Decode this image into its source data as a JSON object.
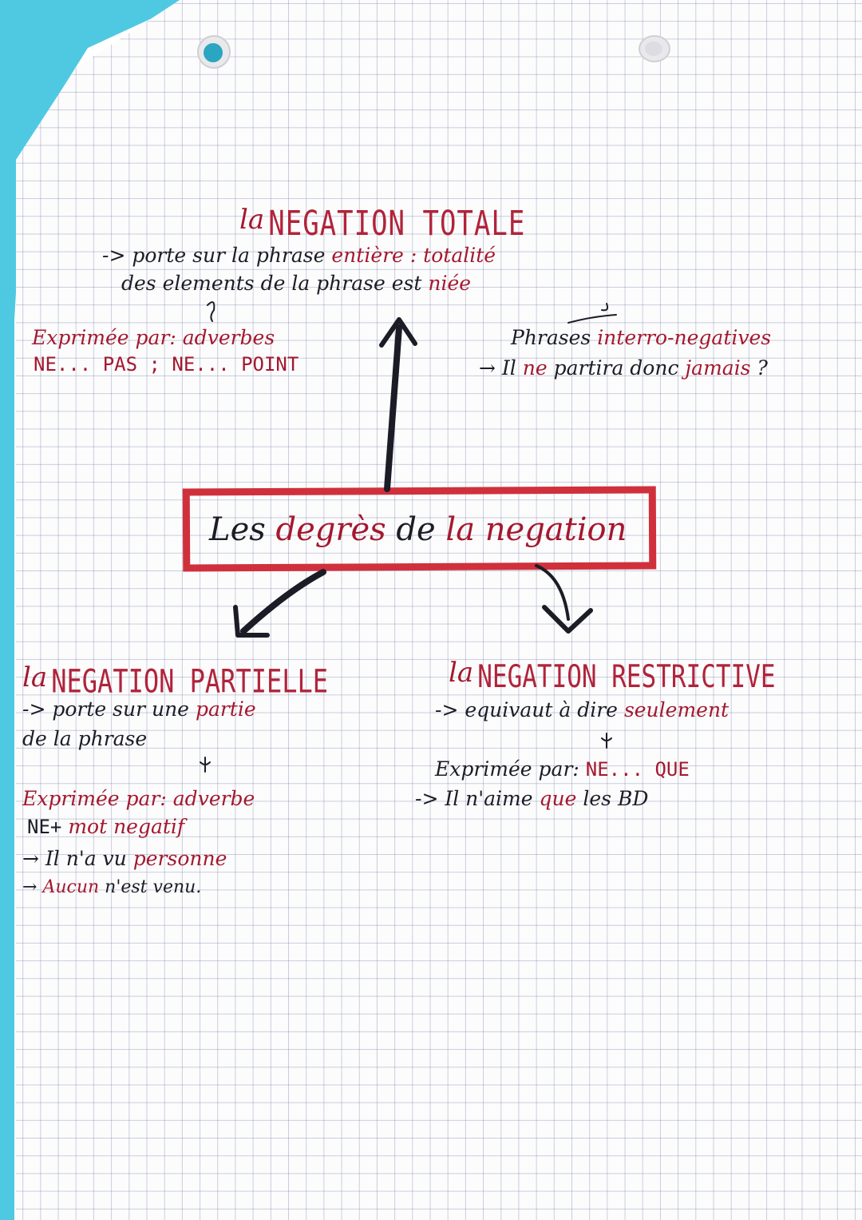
{
  "colors": {
    "ink_red": "#a4182e",
    "ink_dark": "#1c1c26",
    "box_red": "#d0303c",
    "grid": "#7882a5",
    "desk": "#4fc9e1"
  },
  "center": {
    "label_les": "Les",
    "label_degres": "degrès",
    "label_de": "de",
    "label_la": "la",
    "label_negation": "negation"
  },
  "totale": {
    "prefix": "la",
    "title": "NEGATION TOTALE",
    "line1_arrow": "->",
    "line1_text": "porte sur la phrase",
    "line1_red": "entière",
    "line1_tail": ": totalité",
    "line2_text": "des elements de la phrase est",
    "line2_red": "niée",
    "expr_label": "Exprimée par:",
    "expr_red": "adverbes",
    "expr_examples": "NE... PAS ; NE... POINT",
    "inter_label": "Phrases",
    "inter_red": "interro-negatives",
    "inter_example_arrow": "→",
    "inter_example_1": "Il",
    "inter_example_ne": "ne",
    "inter_example_2": "partira donc",
    "inter_example_jamais": "jamais",
    "inter_example_q": "?"
  },
  "partielle": {
    "prefix": "la",
    "title": "NEGATION PARTIELLE",
    "line1_arrow": "->",
    "line1_text": "porte sur une",
    "line1_red": "partie",
    "line2_text": "de la phrase",
    "expr_label": "Exprimée par:",
    "expr_red": "adverbe",
    "expr_line2_a": "NE+",
    "expr_line2_red": "mot negatif",
    "ex1_arrow": "→",
    "ex1_text": "Il n'a vu",
    "ex1_red": "personne",
    "ex2_arrow": "→",
    "ex2_red": "Aucun",
    "ex2_text": "n'est venu."
  },
  "restrictive": {
    "prefix": "la",
    "title": "NEGATION RESTRICTIVE",
    "line1_arrow": "->",
    "line1_text": "equivaut à dire",
    "line1_red": "seulement",
    "expr_label": "Exprimée par:",
    "expr_red": "NE... QUE",
    "ex_arrow": "->",
    "ex_text": "Il n'aime",
    "ex_red": "que",
    "ex_tail": "les BD"
  }
}
